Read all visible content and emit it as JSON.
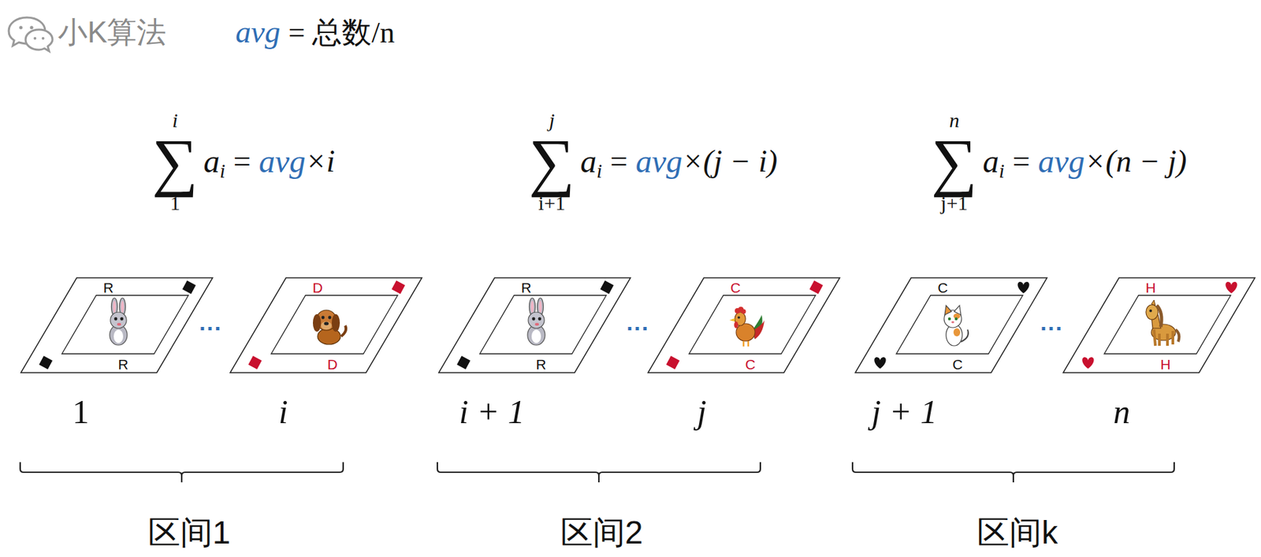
{
  "diagram": {
    "nodes": [
      {
        "text": [
          "R",
          "R"
        ]
      },
      {
        "text": [
          "D",
          "D"
        ]
      },
      {
        "text": [
          "R",
          "R"
        ]
      },
      {
        "text": [
          "C",
          "C"
        ]
      },
      {
        "text": [
          "C",
          "C"
        ]
      },
      {
        "text": [
          "H",
          "H"
        ]
      }
    ],
    "labels": [
      "小K算法",
      "avg",
      "= 总数/n",
      "i",
      "∑",
      "1",
      "a",
      "i",
      "=",
      "avg",
      "×i",
      "j",
      "∑",
      "i+1",
      "a",
      "i",
      "=",
      "avg",
      "×(j − i)",
      "n",
      "∑",
      "j+1",
      "a",
      "i",
      "=",
      "avg",
      "×(n − j)",
      "···",
      "···",
      "···",
      "1",
      "i",
      "i + 1",
      "j",
      "j + 1",
      "n",
      "区间1",
      "区间2",
      "区间k"
    ]
  }
}
